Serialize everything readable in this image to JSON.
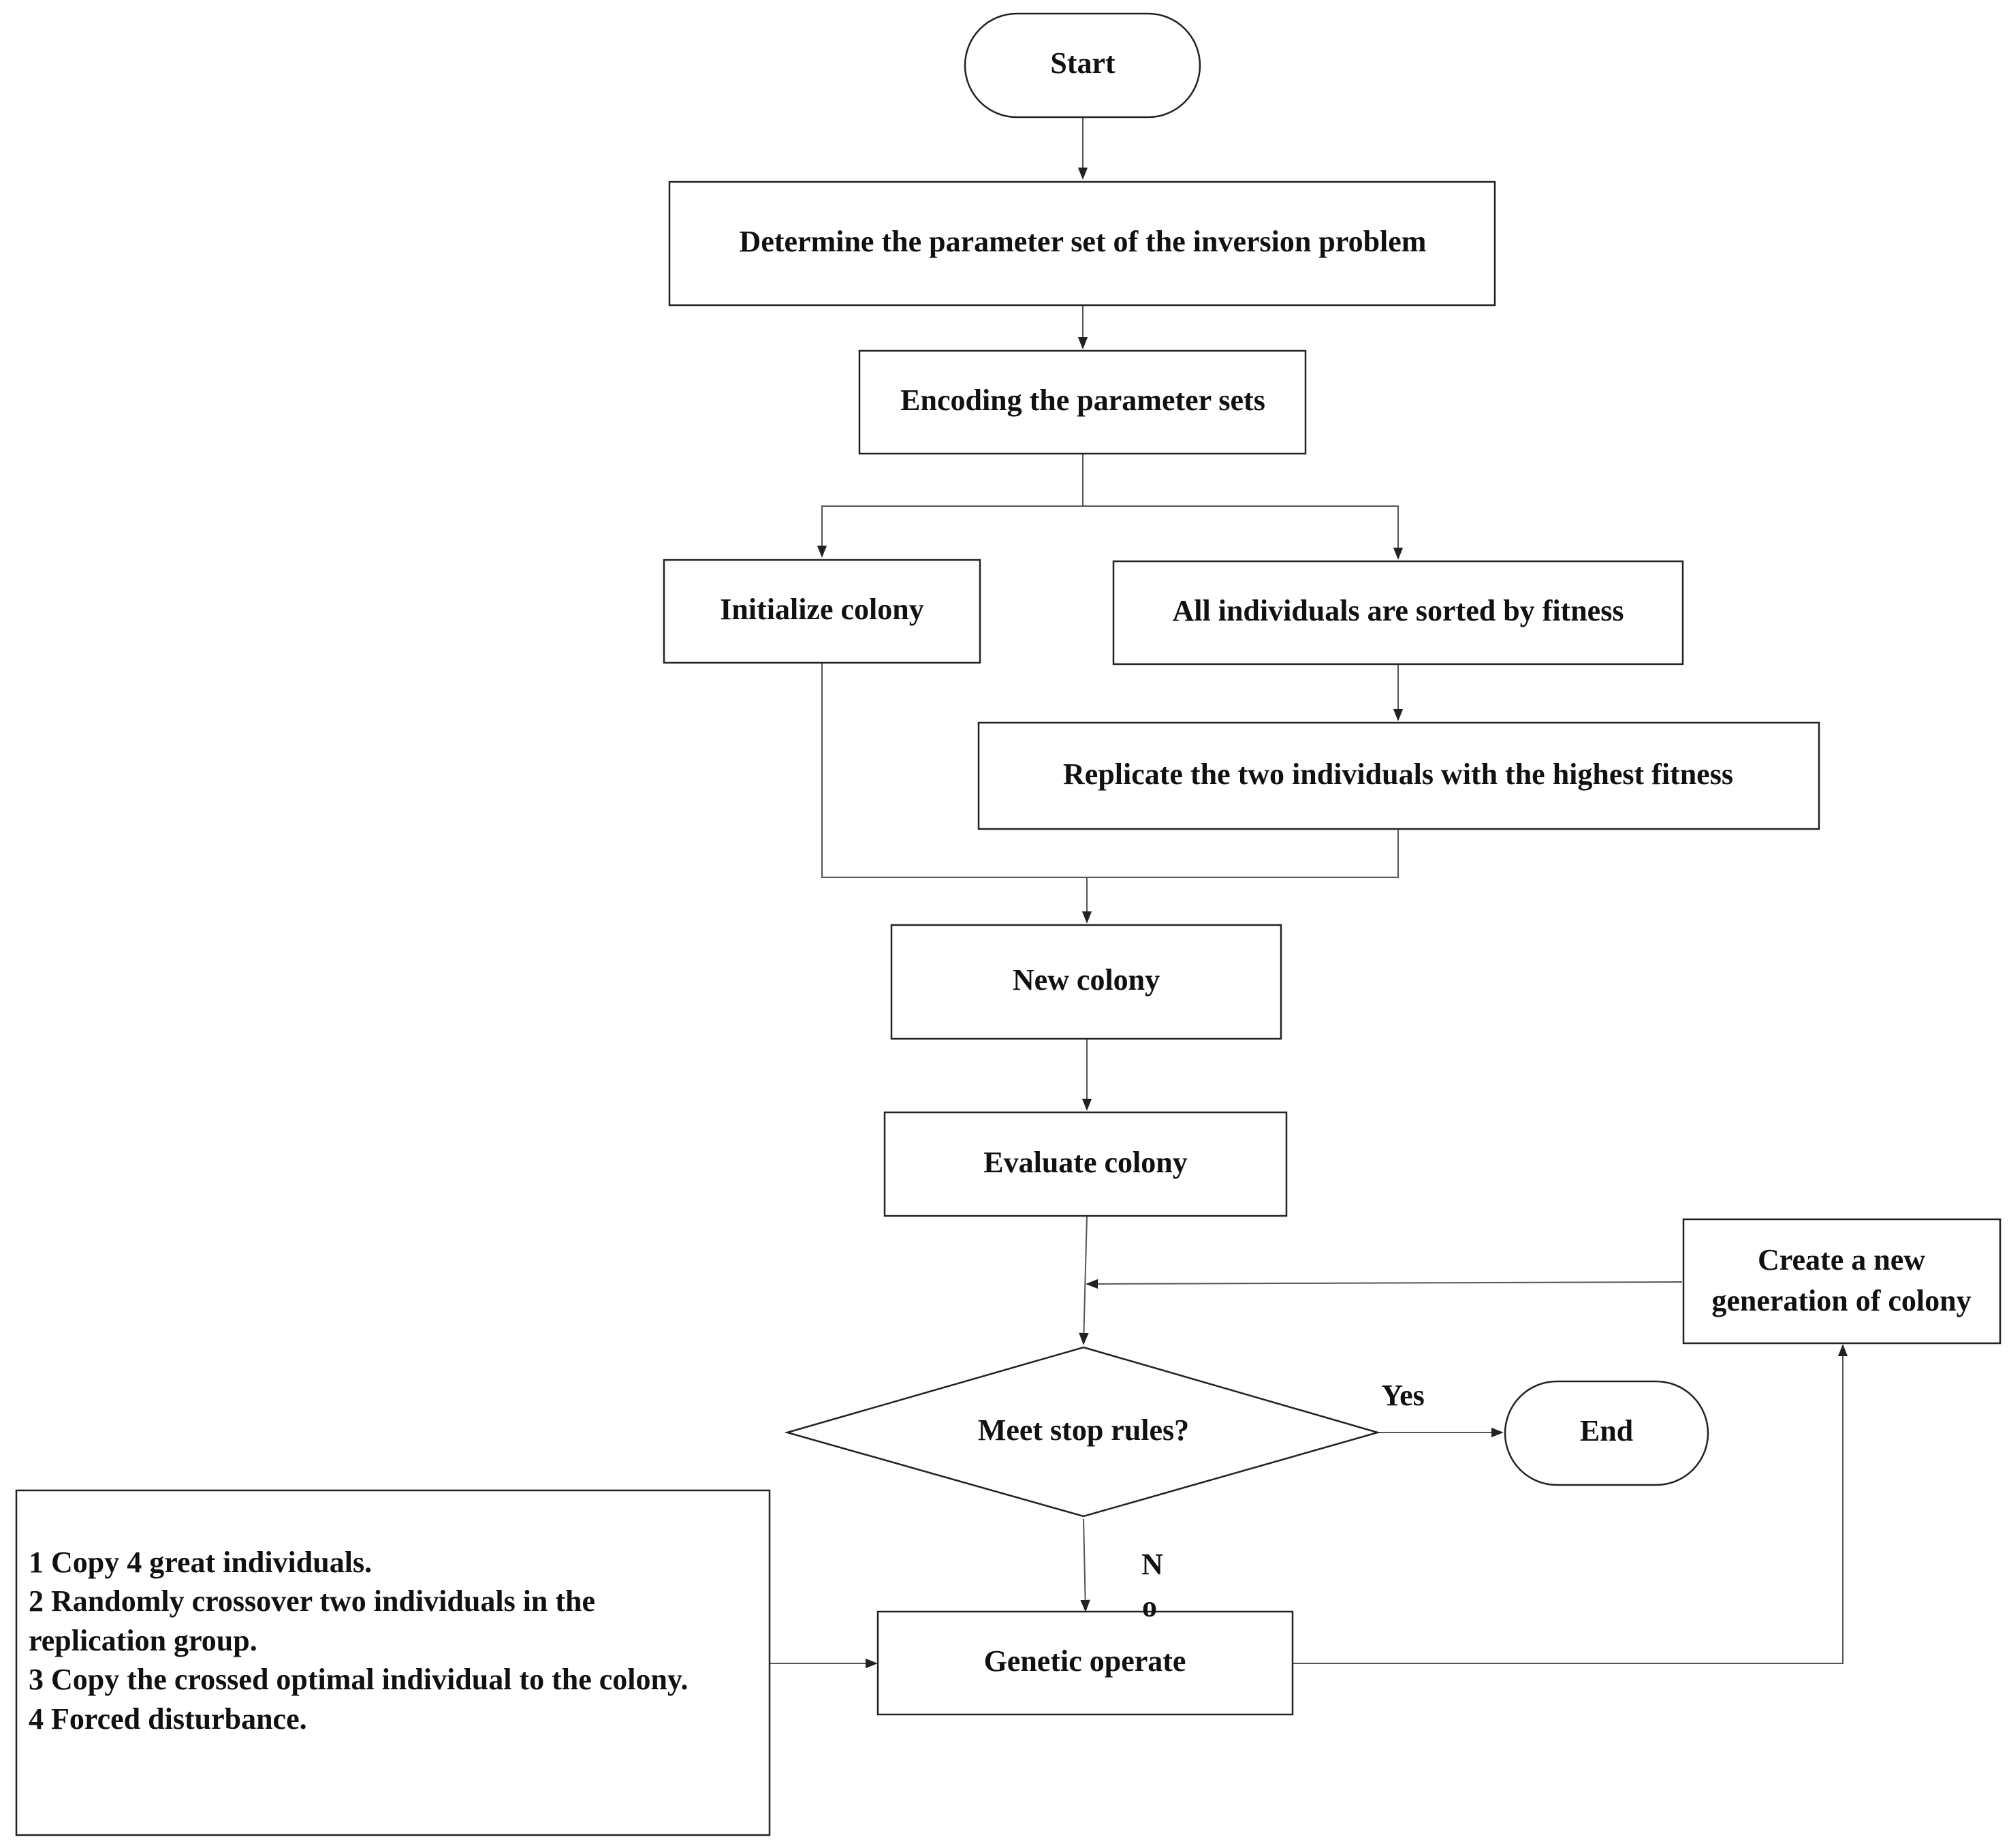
{
  "nodes": {
    "start": "Start",
    "determine": "Determine the parameter set of the inversion problem",
    "encoding": "Encoding the parameter sets",
    "init_colony": "Initialize colony",
    "sort": "All individuals are sorted by fitness",
    "replicate": "Replicate the two individuals with the highest fitness",
    "new_colony": "New colony",
    "evaluate": "Evaluate colony",
    "create_new_line1": "Create a new",
    "create_new_line2": "generation of colony",
    "decision": "Meet stop rules?",
    "end": "End",
    "genetic": "Genetic operate"
  },
  "edge_labels": {
    "yes": "Yes",
    "no_line1": "N",
    "no_line2": "o"
  },
  "note": {
    "line1": "1 Copy 4 great individuals.",
    "line2": "2 Randomly crossover two individuals in the",
    "line3": "replication group.",
    "line4": "3 Copy the crossed optimal individual to the colony.",
    "line5": "4 Forced disturbance."
  }
}
